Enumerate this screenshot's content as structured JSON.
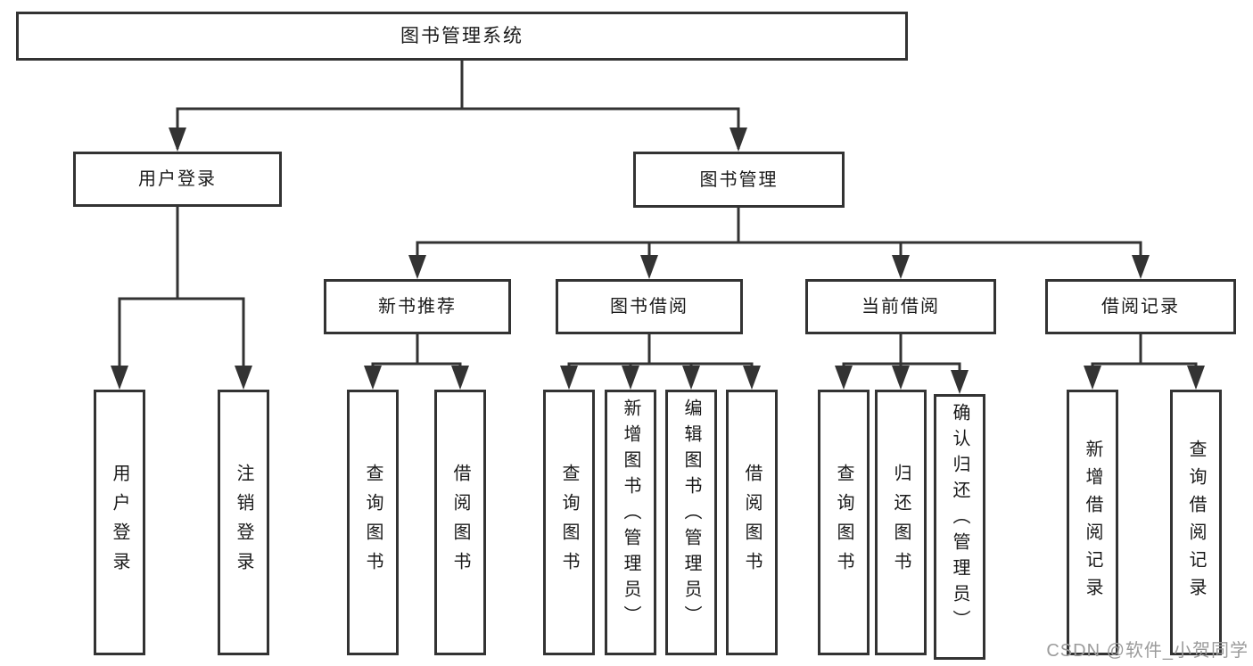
{
  "theme": {
    "line_color": "#333333",
    "text_color": "#1a1a1a",
    "watermark_color": "#9b9b9b",
    "bg_color": "#ffffff"
  },
  "watermark": {
    "text": "CSDN @软件_小贺同学"
  },
  "tree": {
    "root": {
      "label": "图书管理系统"
    },
    "branches": [
      {
        "label": "用户登录",
        "children": [
          {
            "label": "用户登录"
          },
          {
            "label": "注销登录"
          }
        ]
      },
      {
        "label": "图书管理",
        "children": [
          {
            "label": "新书推荐",
            "children": [
              {
                "label": "查询图书"
              },
              {
                "label": "借阅图书"
              }
            ]
          },
          {
            "label": "图书借阅",
            "children": [
              {
                "label": "查询图书"
              },
              {
                "label": "新增图书（管理员）"
              },
              {
                "label": "编辑图书（管理员）"
              },
              {
                "label": "借阅图书"
              }
            ]
          },
          {
            "label": "当前借阅",
            "children": [
              {
                "label": "查询图书"
              },
              {
                "label": "归还图书"
              },
              {
                "label": "确认归还（管理员）"
              }
            ]
          },
          {
            "label": "借阅记录",
            "children": [
              {
                "label": "新增借阅记录"
              },
              {
                "label": "查询借阅记录"
              }
            ]
          }
        ]
      }
    ]
  }
}
